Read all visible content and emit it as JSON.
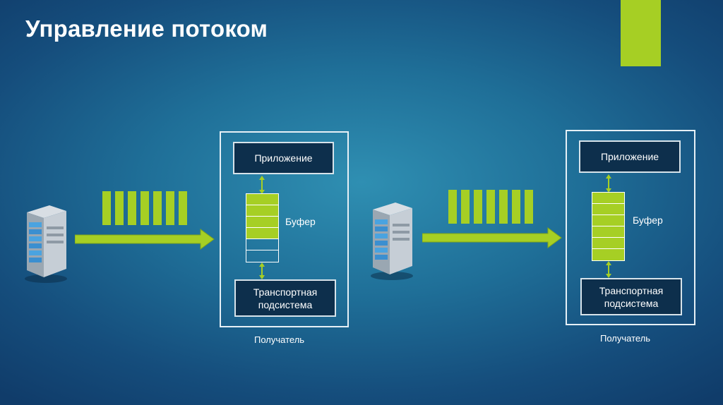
{
  "title": "Управление потоком",
  "colors": {
    "accent": "#a6cf24",
    "background_center": "#2f8fb2",
    "background_edge": "#103c6a",
    "box_fill": "#0d2f4c"
  },
  "icons": {
    "sender": "server-tower-icon",
    "flow": "arrow-right-icon",
    "link": "double-arrow-vertical-icon"
  },
  "groups": [
    {
      "packets": 7,
      "buffer": {
        "slots": 6,
        "filled": 4
      },
      "application": "Приложение",
      "buffer_label": "Буфер",
      "transport": "Транспортная подсистема",
      "receiver_label": "Получатель"
    },
    {
      "packets": 7,
      "buffer": {
        "slots": 6,
        "filled": 6
      },
      "application": "Приложение",
      "buffer_label": "Буфер",
      "transport": "Транспортная подсистема",
      "receiver_label": "Получатель"
    }
  ]
}
